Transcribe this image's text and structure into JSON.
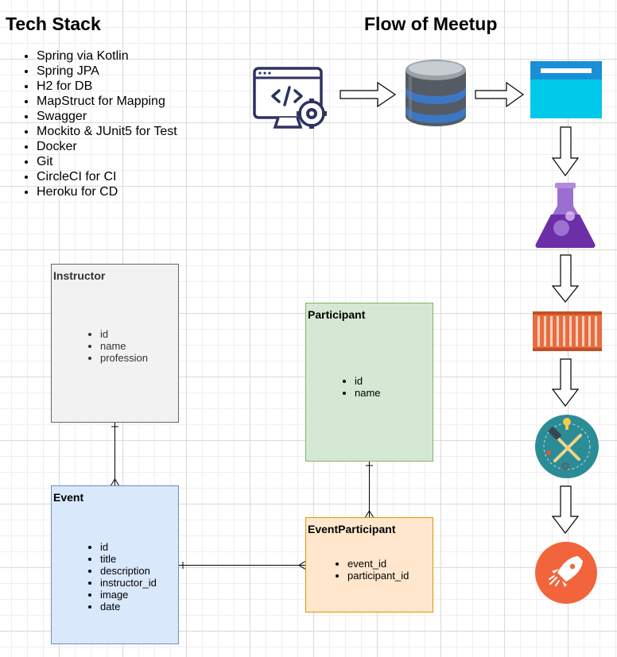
{
  "tech_stack": {
    "title": "Tech Stack",
    "items": [
      "Spring via Kotlin",
      "Spring JPA",
      "H2 for DB",
      "MapStruct for Mapping",
      "Swagger",
      "Mockito & JUnit5 for Test",
      "Docker",
      "Git",
      "CircleCI for CI",
      "Heroku for CD"
    ]
  },
  "flow": {
    "title": "Flow of Meetup",
    "steps": [
      {
        "icon": "code-settings-icon"
      },
      {
        "icon": "database-icon"
      },
      {
        "icon": "browser-window-icon"
      },
      {
        "icon": "flask-icon"
      },
      {
        "icon": "container-icon"
      },
      {
        "icon": "circleci-tools-icon"
      },
      {
        "icon": "rocket-icon"
      }
    ]
  },
  "entities": {
    "instructor": {
      "title": "Instructor",
      "fields": [
        "id",
        "name",
        "profession"
      ]
    },
    "participant": {
      "title": "Participant",
      "fields": [
        "id",
        "name"
      ]
    },
    "event": {
      "title": "Event",
      "fields": [
        "id",
        "title",
        "description",
        "instructor_id",
        "image",
        "date"
      ]
    },
    "event_participant": {
      "title": "EventParticipant",
      "fields": [
        "event_id",
        "participant_id"
      ]
    }
  },
  "colors": {
    "instructor_fill": "#f2f2f2",
    "participant_fill": "#d5e8d4",
    "event_fill": "#dae8fc",
    "event_participant_fill": "#ffe6cc",
    "code_icon": "#2d3260",
    "browser_icon": "#00c8e8",
    "flask_icon": "#7b3fb8",
    "container_icon": "#e0683c",
    "circleci_icon": "#2b8c96",
    "rocket_icon": "#f2643b"
  }
}
